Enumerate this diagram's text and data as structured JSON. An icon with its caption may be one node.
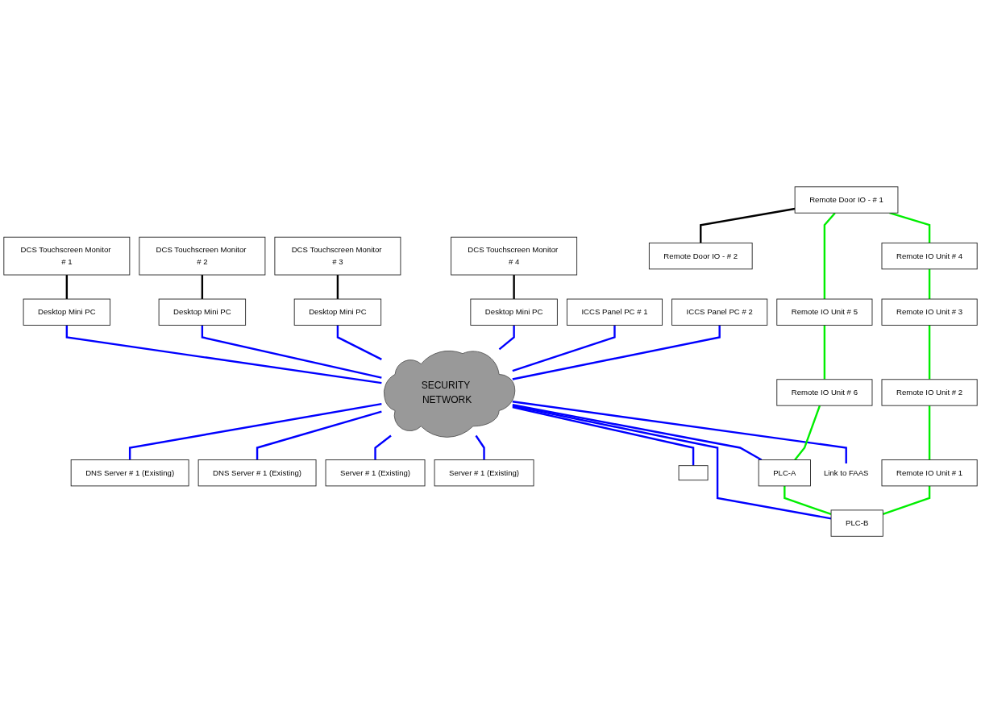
{
  "diagram": {
    "nodes": [
      {
        "text": [
          "DCS Touchscreen Monitor # 1"
        ]
      },
      {
        "text": [
          "DCS Touchscreen Monitor # 2"
        ]
      },
      {
        "text": [
          "DCS Touchscreen Monitor # 3"
        ]
      },
      {
        "text": [
          "DCS Touchscreen Monitor # 4"
        ]
      },
      {
        "text": [
          "Desktop Mini PC"
        ]
      },
      {
        "text": [
          "Desktop Mini PC"
        ]
      },
      {
        "text": [
          "Desktop Mini PC"
        ]
      },
      {
        "text": [
          "Desktop Mini PC"
        ]
      },
      {
        "text": [
          "ICCS Panel PC # 1"
        ]
      },
      {
        "text": [
          "ICCS Panel PC # 2"
        ]
      },
      {
        "text": [
          "SECURITY NETWORK"
        ]
      },
      {
        "text": [
          "DNS Server # 1 (Existing)"
        ]
      },
      {
        "text": [
          "DNS Server # 1 (Existing)"
        ]
      },
      {
        "text": [
          "Server # 1 (Existing)"
        ]
      },
      {
        "text": [
          "Server # 1 (Existing)"
        ]
      },
      {
        "text": [],
        "shape": "box"
      },
      {
        "text": [
          "Remote Door IO - # 1"
        ]
      },
      {
        "text": [
          "Remote Door IO - # 2"
        ]
      },
      {
        "text": [
          "Remote IO Unit # 5"
        ]
      },
      {
        "text": [
          "Remote IO Unit # 6"
        ]
      },
      {
        "text": [
          "PLC-A"
        ]
      },
      {
        "text": [
          "PLC-B"
        ]
      },
      {
        "text": [
          "Remote IO Unit # 4"
        ]
      },
      {
        "text": [
          "Remote IO Unit # 3"
        ]
      },
      {
        "text": [
          "Remote IO Unit # 2"
        ]
      },
      {
        "text": [
          "Remote IO Unit # 1"
        ]
      },
      {
        "text": [
          "Link to FAAS"
        ]
      }
    ],
    "edges": [
      {
        "from": 0,
        "to": 4,
        "arrow": "none",
        "color": "#000000"
      },
      {
        "from": 1,
        "to": 5,
        "arrow": "none",
        "color": "#000000"
      },
      {
        "from": 2,
        "to": 6,
        "arrow": "none",
        "color": "#000000"
      },
      {
        "from": 3,
        "to": 7,
        "arrow": "none",
        "color": "#000000"
      },
      {
        "from": 4,
        "to": 10,
        "arrow": "none"
      },
      {
        "from": 5,
        "to": 10,
        "arrow": "none"
      },
      {
        "from": 6,
        "to": 10,
        "arrow": "none"
      },
      {
        "from": 7,
        "to": 10,
        "arrow": "none"
      },
      {
        "from": 8,
        "to": 10,
        "arrow": "none"
      },
      {
        "from": 9,
        "to": 10,
        "arrow": "none"
      },
      {
        "from": 10,
        "to": 11,
        "arrow": "none"
      },
      {
        "from": 10,
        "to": 12,
        "arrow": "none"
      },
      {
        "from": 10,
        "to": 13,
        "arrow": "none"
      },
      {
        "from": 10,
        "to": 14,
        "arrow": "none"
      },
      {
        "from": 10,
        "to": 15,
        "arrow": "none"
      },
      {
        "from": 10,
        "to": 20,
        "arrow": "none"
      },
      {
        "from": 10,
        "to": 21,
        "arrow": "none"
      },
      {
        "from": 10,
        "to": 26,
        "arrow": "none"
      },
      {
        "from": 16,
        "to": 17,
        "arrow": "none",
        "color": "#000000"
      },
      {
        "from": 16,
        "to": 18,
        "arrow": "none",
        "color": "#00ee00"
      },
      {
        "from": 18,
        "to": 19,
        "arrow": "none",
        "color": "#00ee00"
      },
      {
        "from": 19,
        "to": 20,
        "arrow": "none",
        "color": "#00ee00"
      },
      {
        "from": 20,
        "to": 21,
        "arrow": "none",
        "color": "#00ee00"
      },
      {
        "from": 16,
        "to": 22,
        "arrow": "none",
        "color": "#00ee00"
      },
      {
        "from": 22,
        "to": 23,
        "arrow": "none",
        "color": "#00ee00"
      },
      {
        "from": 23,
        "to": 24,
        "arrow": "none",
        "color": "#00ee00"
      },
      {
        "from": 24,
        "to": 25,
        "arrow": "none",
        "color": "#00ee00"
      },
      {
        "from": 25,
        "to": 21,
        "arrow": "none",
        "color": "#00ee00"
      }
    ]
  }
}
